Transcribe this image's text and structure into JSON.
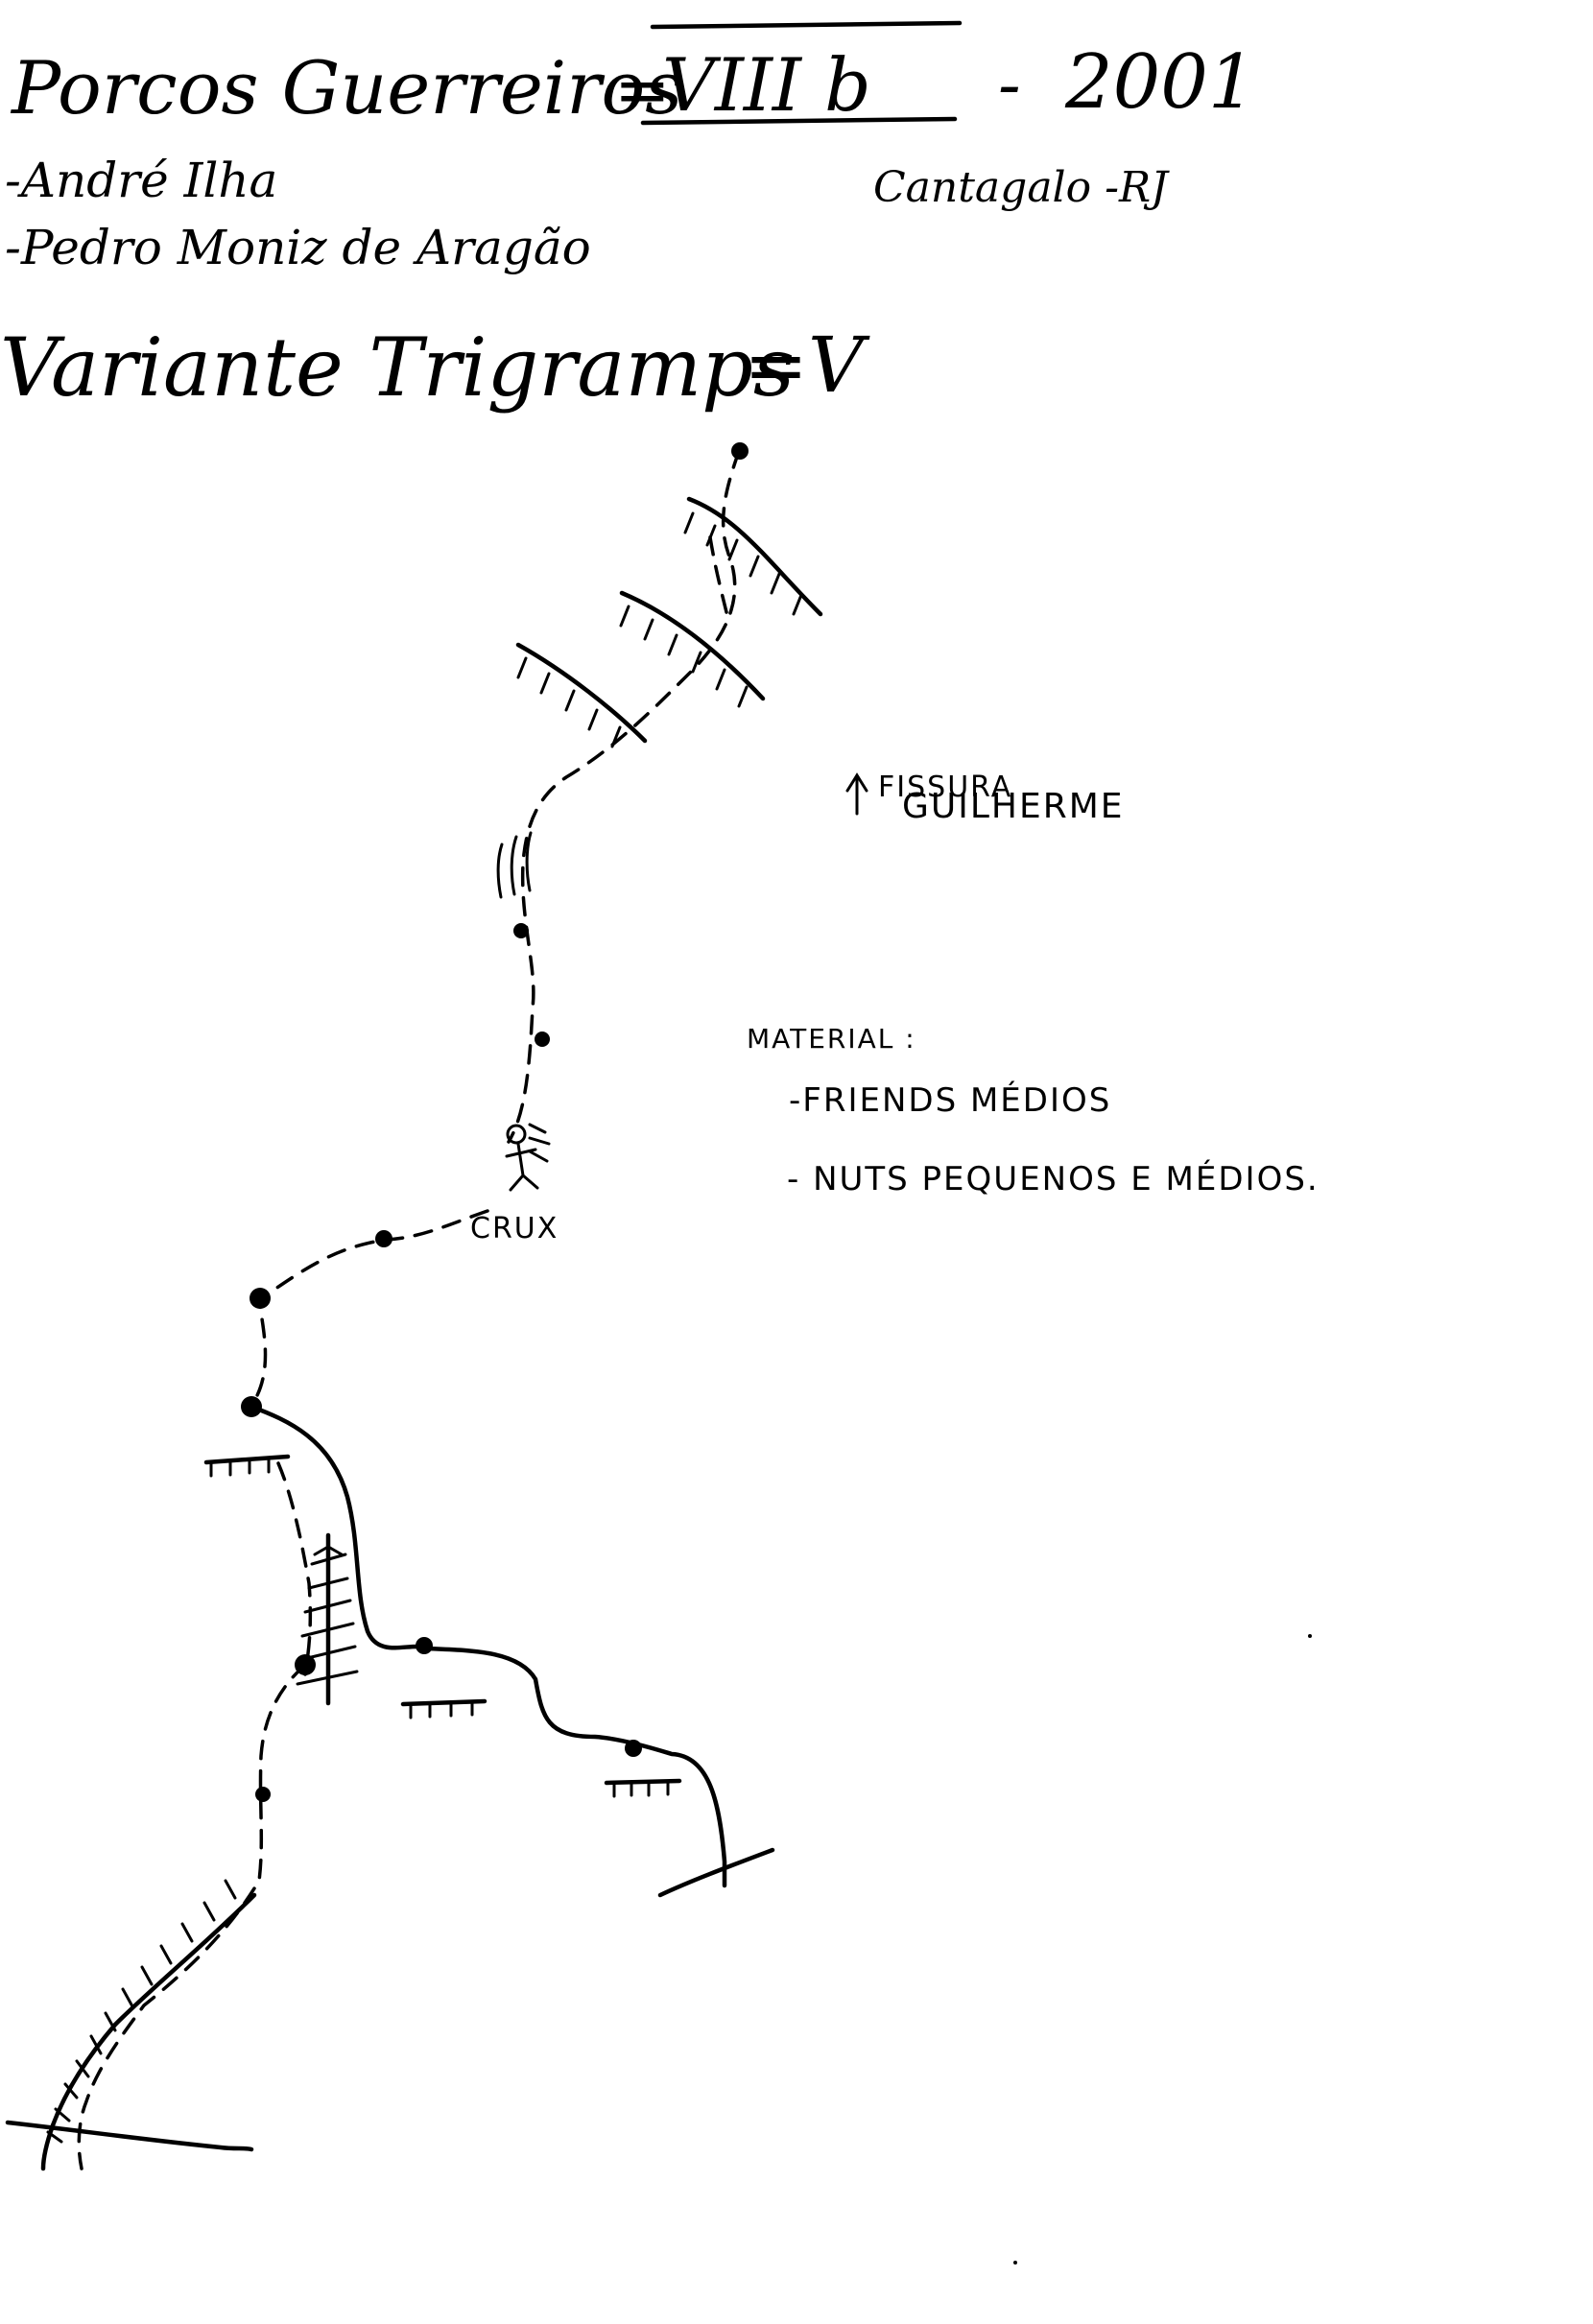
{
  "header": {
    "route_name": "Porcos Guerreiros",
    "grade": "VIII b",
    "year": "2001",
    "first_ascensionists": [
      "André Ilha",
      "Pedro Moniz de Aragão"
    ],
    "location": "Cantagalo -RJ"
  },
  "variant": {
    "name": "Variante Trigramps",
    "grade": "V"
  },
  "labels": {
    "fissura_line1": "FISSURA",
    "fissura_line2": "GUILHERME",
    "crux": "CRUX"
  },
  "material": {
    "heading": "MATERIAL :",
    "items": [
      "FRIENDS MÉDIOS",
      "NUTS PEQUENOS E MÉDIOS."
    ]
  }
}
